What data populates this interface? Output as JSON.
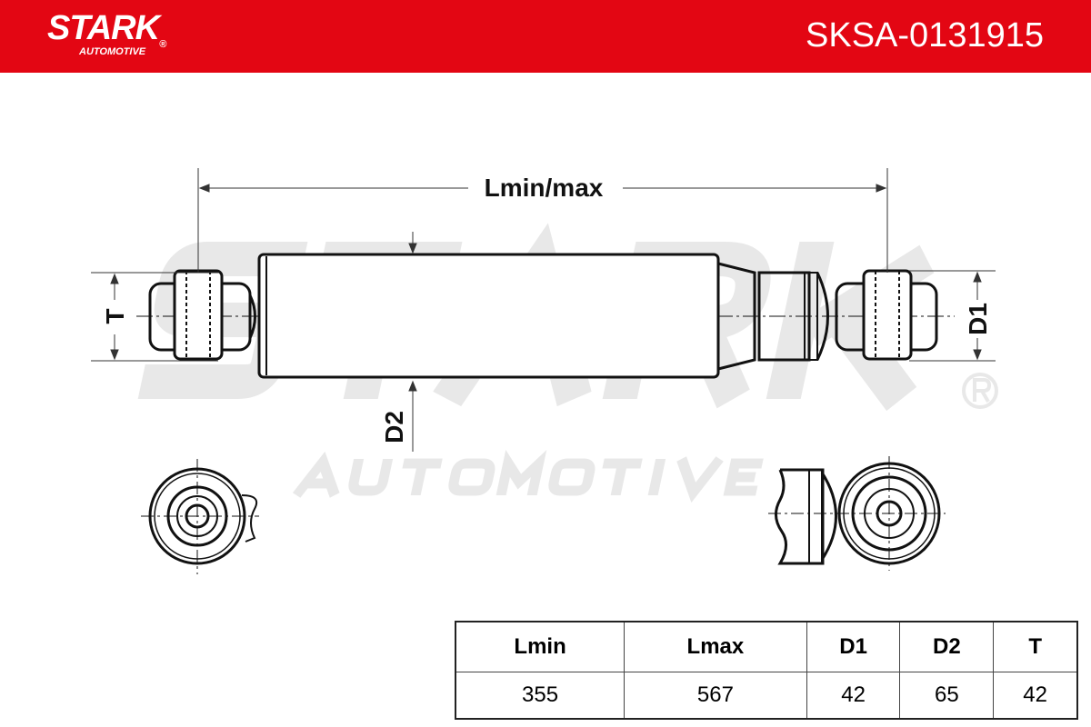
{
  "header": {
    "brand": "STARK",
    "brand_sub": "AUTOMOTIVE",
    "registered": "®",
    "part_number": "SKSA-0131915",
    "color": "#e30613"
  },
  "watermark": {
    "main": "STARK",
    "sub": "AUTOMOTIVE",
    "registered": "®"
  },
  "dimensions": {
    "length": "Lmin/max",
    "t": "T",
    "d1": "D1",
    "d2": "D2"
  },
  "specs": {
    "headers": [
      "Lmin",
      "Lmax",
      "D1",
      "D2",
      "T"
    ],
    "values": [
      "355",
      "567",
      "42",
      "65",
      "42"
    ]
  }
}
